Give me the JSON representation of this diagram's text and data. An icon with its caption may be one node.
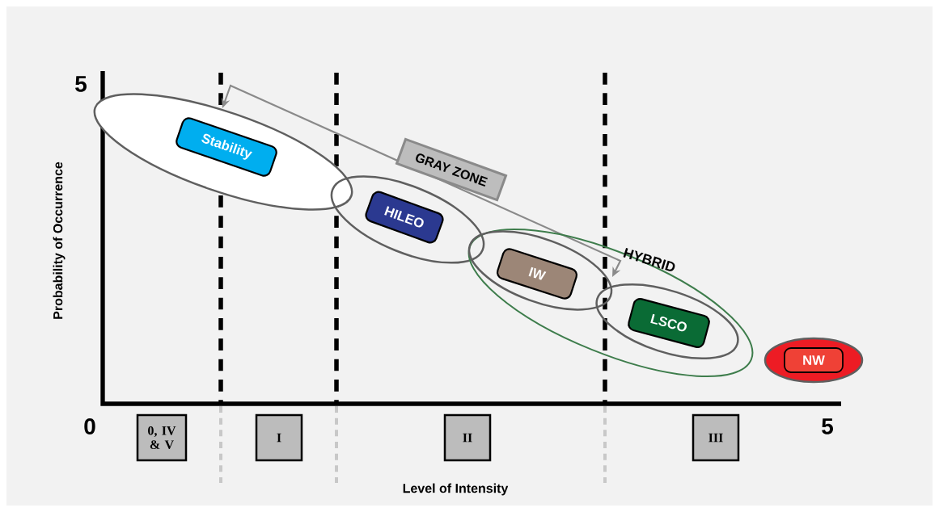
{
  "diagram": {
    "nodes": [
      {
        "text": [],
        "shape": "ellipse"
      },
      {
        "text": [
          "Stability"
        ],
        "in": 0
      },
      {
        "text": [
          "GRAY ZONE"
        ]
      },
      {
        "text": [],
        "shape": "ellipse"
      },
      {
        "text": [
          "HILEO"
        ],
        "in": 3
      },
      {
        "text": [
          "HYBRID"
        ]
      },
      {
        "text": [],
        "shape": "ellipse",
        "in": 5
      },
      {
        "text": [
          "IW"
        ],
        "in": 6
      },
      {
        "text": [],
        "shape": "ellipse",
        "in": 5
      },
      {
        "text": [
          "LSCO"
        ],
        "in": 8
      },
      {
        "text": [],
        "shape": "ellipse"
      },
      {
        "text": [
          "NW"
        ],
        "in": 10
      },
      {
        "text": [
          "0, IV & V"
        ]
      },
      {
        "text": [
          "I"
        ]
      },
      {
        "text": [
          "II"
        ]
      },
      {
        "text": [
          "III"
        ]
      }
    ],
    "labels": [
      "5",
      "Probability of Occurrence",
      "0",
      "5",
      "Level of Intensity"
    ]
  }
}
